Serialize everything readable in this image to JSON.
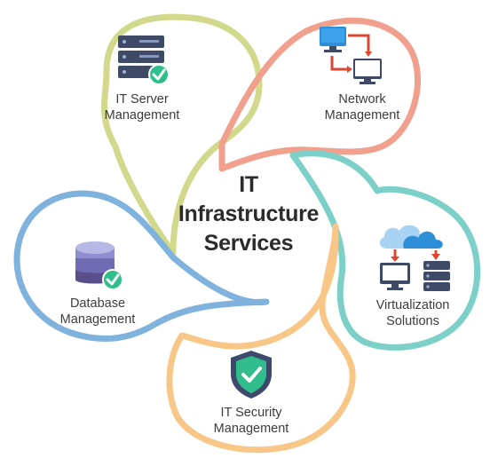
{
  "center": {
    "line1": "IT",
    "line2": "Infrastructure",
    "line3": "Services"
  },
  "services": [
    {
      "id": "server",
      "label": "IT Server\nManagement",
      "color": "#d3d98c",
      "icon": "server-rack-icon"
    },
    {
      "id": "network",
      "label": "Network\nManagement",
      "color": "#f0a08d",
      "icon": "network-monitors-icon"
    },
    {
      "id": "virtual",
      "label": "Virtualization\nSolutions",
      "color": "#7cd0c7",
      "icon": "cloud-server-icon"
    },
    {
      "id": "security",
      "label": "IT Security\nManagement",
      "color": "#f8c687",
      "icon": "shield-check-icon"
    },
    {
      "id": "database",
      "label": "Database\nManagement",
      "color": "#7fb2dc",
      "icon": "database-icon"
    }
  ],
  "colors": {
    "check_green": "#2fbe8c",
    "shield_dark": "#3d4a6b",
    "arrow_red": "#e0452f",
    "monitor_blue": "#2d8fd8",
    "server_dark": "#3f4a66"
  }
}
